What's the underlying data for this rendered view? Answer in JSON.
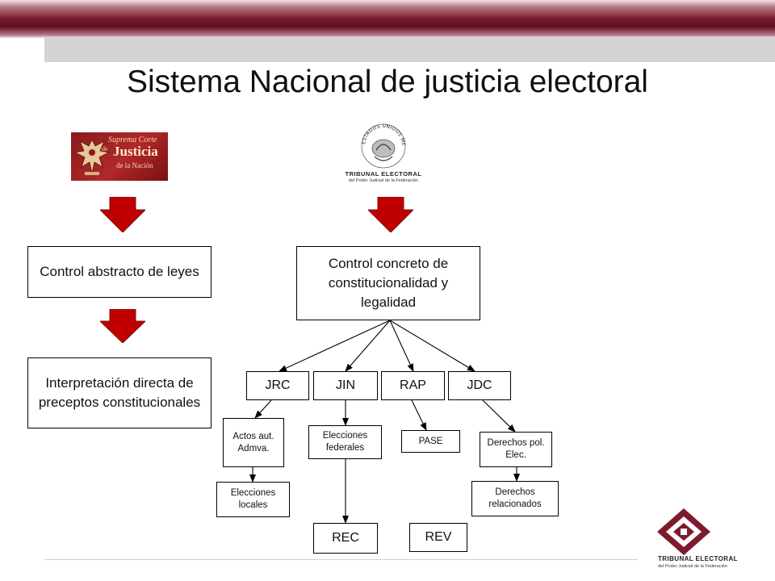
{
  "title": "Sistema Nacional de justicia electoral",
  "colors": {
    "arrow_red": "#c00000",
    "header_maroon": "#6b1426",
    "band_gray": "#d3d3d3",
    "logo_maroon": "#7d1b2c"
  },
  "logos": {
    "scjn": {
      "line1": "Suprema Corte",
      "line2": "de",
      "line3": "Justicia",
      "line4": "de la Nación"
    },
    "tepjf_seal": {
      "text": "ESTADOS UNIDOS MEXICANOS",
      "name": "TRIBUNAL ELECTORAL",
      "sub": "del Poder Judicial de la Federación"
    },
    "tepjf_corner": {
      "name": "TRIBUNAL ELECTORAL",
      "sub": "del Poder Judicial de la Federación"
    }
  },
  "nodes": {
    "abstracto": "Control abstracto de leyes",
    "interpretacion": "Interpretación directa de preceptos constitucionales",
    "concreto": "Control concreto de constitucionalidad y legalidad",
    "jrc": "JRC",
    "jin": "JIN",
    "rap": "RAP",
    "jdc": "JDC",
    "actos": "Actos aut. Admva.",
    "elecciones_locales": "Elecciones locales",
    "elecciones_federales": "Elecciones federales",
    "pase": "PASE",
    "derechos_pol": "Derechos pol. Elec.",
    "derechos_rel": "Derechos relacionados",
    "rec": "REC",
    "rev": "REV"
  }
}
